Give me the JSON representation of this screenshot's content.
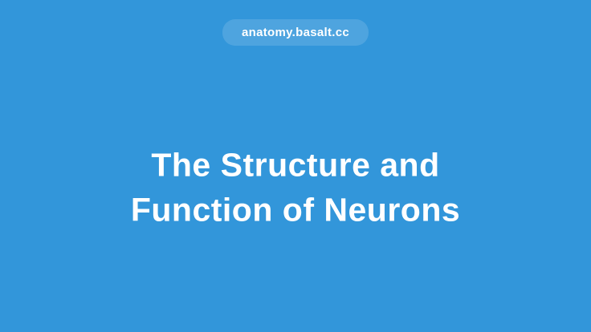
{
  "page": {
    "colors": {
      "background": "#3296DA",
      "badge_background": "rgba(255,255,255,0.14)",
      "text": "#FFFFFF"
    },
    "badge": {
      "label": "anatomy.basalt.cc"
    },
    "title": {
      "full": "The Structure and Function of Neurons",
      "line1": "The Structure and",
      "line2": "Function of Neurons"
    }
  }
}
